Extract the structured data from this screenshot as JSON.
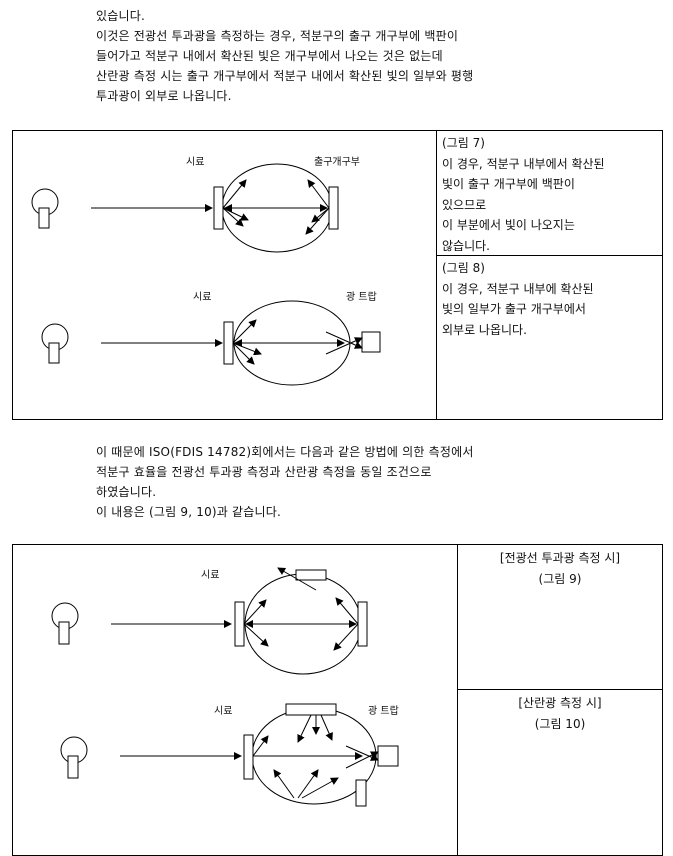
{
  "intro_lines": [
    "있습니다.",
    "이것은 전광선 투과광을 측정하는 경우, 적분구의 출구 개구부에 백판이",
    "들어가고 적분구 내에서 확산된 빛은 개구부에서 나오는 것은 없는데",
    "산란광 측정 시는 출구 개구부에서 적분구 내에서 확산된 빛의 일부와 평행",
    "투과광이 외부로 나옵니다."
  ],
  "figure_top": {
    "diagram1": {
      "label_sample": "시료",
      "label_exit": "출구개구부"
    },
    "diagram2": {
      "label_sample": "시료",
      "label_trap": "광 트랍"
    },
    "caption7": {
      "title": "(그림 7)",
      "lines": [
        "이 경우, 적분구 내부에서 확산된",
        "빛이 출구 개구부에 백판이",
        "있으므로",
        "이 부분에서 빛이 나오지는",
        "않습니다."
      ]
    },
    "caption8": {
      "title": "(그림 8)",
      "lines": [
        "이 경우, 적분구 내부에 확산된",
        "빛의 일부가 출구 개구부에서",
        "외부로 나옵니다."
      ]
    }
  },
  "middle_lines": [
    "이 때문에 ISO(FDIS 14782)회에서는 다음과 같은 방법에 의한 측정에서",
    "적분구 효율을 전광선 투과광 측정과 산란광 측정을 동일 조건으로",
    "하였습니다.",
    "이 내용은 (그림 9, 10)과 같습니다."
  ],
  "figure_bottom": {
    "diagram3": {
      "label_sample": "시료"
    },
    "diagram4": {
      "label_sample": "시료",
      "label_trap": "광 트랍"
    },
    "caption9": {
      "title": "[전광선 투과광 측정 시]",
      "sub": "(그림 9)"
    },
    "caption10": {
      "title": "[산란광 측정 시]",
      "sub": "(그림 10)"
    }
  }
}
